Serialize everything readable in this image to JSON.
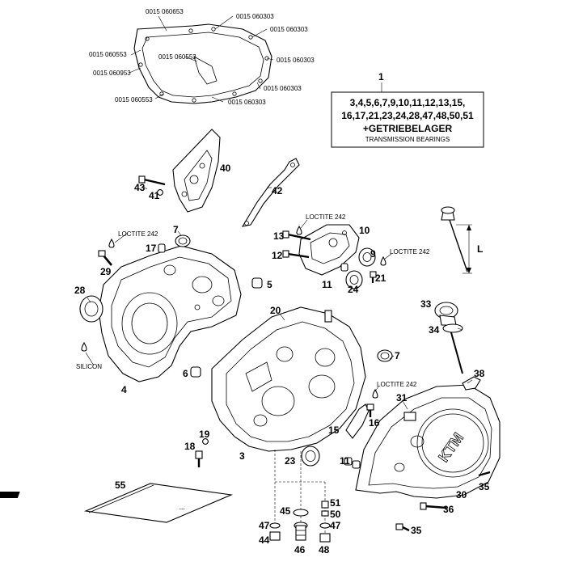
{
  "gasket_codes": [
    "0015 060653",
    "0015 060303",
    "0015 060303",
    "0015 060553",
    "0015 060553",
    "0015 060303",
    "0015 060953",
    "0015 060303",
    "0015 060553",
    "0015 060303"
  ],
  "kit_box": {
    "number": "1",
    "line1": "3,4,5,6,7,9,10,11,12,13,15,",
    "line2": "16,17,21,23,24,28,47,48,50,51",
    "line3": "+GETRIEBELAGER",
    "line4": "TRANSMISSION BEARINGS"
  },
  "notes": {
    "loctite": "LOCTITE 242",
    "silicon": "SILICON",
    "dimension": "L"
  },
  "part_numbers": {
    "p3": "3",
    "p4": "4",
    "p5": "5",
    "p6": "6",
    "p7": "7",
    "p9": "9",
    "p10": "10",
    "p11a": "11",
    "p11b": "11",
    "p12": "12",
    "p13": "13",
    "p15": "15",
    "p16": "16",
    "p17": "17",
    "p18": "18",
    "p19": "19",
    "p20": "20",
    "p21": "21",
    "p23": "23",
    "p24": "24",
    "p28": "28",
    "p29": "29",
    "p30": "30",
    "p31": "31",
    "p33": "33",
    "p34": "34",
    "p35a": "35",
    "p35b": "35",
    "p36": "36",
    "p38": "38",
    "p40": "40",
    "p41": "41",
    "p42": "42",
    "p43": "43",
    "p44": "44",
    "p45": "45",
    "p46": "46",
    "p47a": "47",
    "p47b": "47",
    "p48": "48",
    "p50": "50",
    "p51": "51",
    "p55": "55"
  }
}
